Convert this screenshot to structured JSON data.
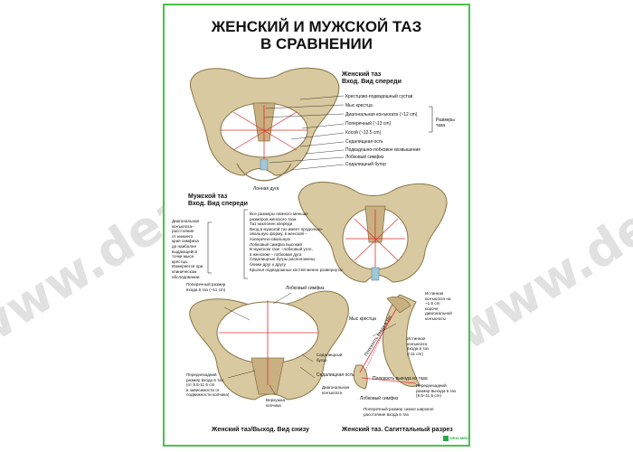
{
  "title_line1": "ЖЕНСКИЙ И МУЖСКОЙ ТАЗ",
  "title_line2": "В СРАВНЕНИИ",
  "watermark_text": "www.dealmed.ru",
  "logo_text": "DEALMED",
  "female_entry": {
    "heading1": "Женский таз",
    "heading2": "Вход. Вид спереди",
    "labels": [
      "Крестцово-подвздошный сустав",
      "Мыс крестца",
      "Диагональная конъюгата (~12 cm)",
      "Поперечный (~13 cm)",
      "Косой (~12.5 cm)",
      "Седалищная ость",
      "Подвздошно-лобковое возвышение",
      "Лобковый симфиз",
      "Седалищный бугор"
    ],
    "bracket_label_1": "Размеры",
    "bracket_label_2": "таза",
    "arc_label": "Лонная дуга"
  },
  "male_entry": {
    "heading1": "Мужской таз",
    "heading2": "Вход. Вид спереди",
    "left_note": "Диагональная\nконъюгата–\nрасстояние\nот нижнего\nкрая симфиза\nдо наиболее\nвыдающейся\nточки мыса крестца.\nИзмеряется при\nклиническом\nобследовании",
    "differences": "Все размеры немного меньше\nразмеров женского таза\nТаз наклонен кпереди\nВход в мужской таз имеет продольно-\nовальную форму, в женской –\nпоперечно-овальную\nЛобковый симфиз высокий\nВ мужском тазе –лобковый угол,\nв женском – лобковая дуга\nСедалищные бугры расположены\nближе друг к другу\nКрылья подвздошных костей менее развернуты"
  },
  "outlet": {
    "label_transverse": "Поперечный размер\nвхода в таз (~11 cm)",
    "label_symphysis": "Лобковый симфиз",
    "label_tuber": "Седалищный\nбугор",
    "label_spine": "Седалищная ость",
    "label_ap": "Переднезадний\nразмер входа в таз\n(от 9.5-11.5 cm\nв зависимости от\nподвижности копчика)",
    "label_coccyx": "Верхушка\nкопчика",
    "caption": "Женский таз/Выход. Вид снизу"
  },
  "sagittal": {
    "label_promontory": "Мыс крестца",
    "label_true_conj": "Истинная\nконъюгата на\n~1.5 cm\nкороче\nдиагональной\nконъюгаты",
    "label_true_entry": "Истинная\nконъюгата\nвхода в таз\n(~11 cm)",
    "label_plane_in": "Плоскость входа в таз",
    "label_plane_out": "Плоскость выхода из таза",
    "label_ap_exit": "Переднезадний\nразмер выхода в таз\n(9.5–11.5 cm)",
    "label_diag": "Диагональная\nконъюгата",
    "label_sym": "Лобковый симфиз",
    "label_note": "Поперечный размер самое широкое\nрасстояние входа в таз",
    "caption": "Женский таз. Сагиттальный разрез"
  },
  "colors": {
    "border": "#4cc04c",
    "bone": "#d9c9a0",
    "bone_dark": "#8a7448",
    "measure": "#e03030"
  }
}
